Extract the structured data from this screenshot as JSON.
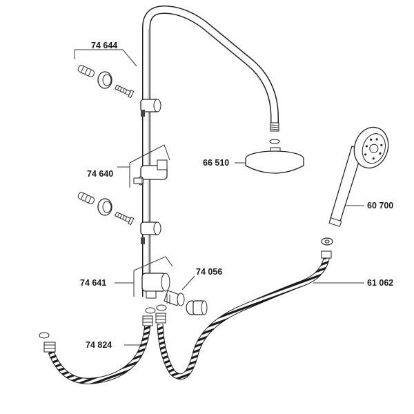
{
  "parts": [
    {
      "id": "p74644",
      "number": "74 644"
    },
    {
      "id": "p74640",
      "number": "74 640"
    },
    {
      "id": "p66510",
      "number": "66 510"
    },
    {
      "id": "p60700",
      "number": "60 700"
    },
    {
      "id": "p74641",
      "number": "74 641"
    },
    {
      "id": "p74056",
      "number": "74 056"
    },
    {
      "id": "p61062",
      "number": "61 062"
    },
    {
      "id": "p74824",
      "number": "74 824"
    }
  ]
}
